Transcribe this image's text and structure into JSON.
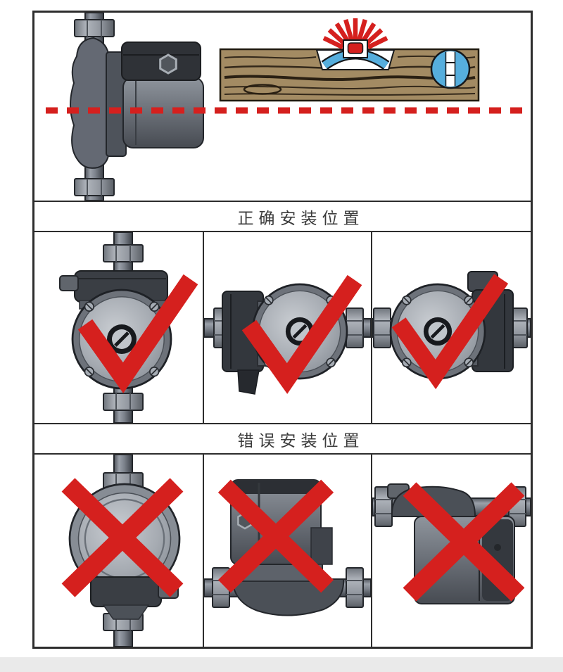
{
  "labels": {
    "correct": "正确安装位置",
    "wrong": "错误安装位置"
  },
  "colors": {
    "mark_red": "#d5201e",
    "level_blue": "#56aedd",
    "wood_tan": "#a38b63",
    "wood_grain": "#2a2013",
    "pump_light": "#b4b9c0",
    "pump_mid": "#7e838b",
    "pump_dark": "#4b5057",
    "terminal_box": "#33373d",
    "table_border": "#2d2d2d",
    "background": "#ffffff",
    "footer_strip": "#eaeaea"
  },
  "sections": {
    "top_overview": {
      "icons": [
        "pump-side-view",
        "spirit-level-plank",
        "bubble-vial",
        "round-vial",
        "datum-dashed-line",
        "sun-rays"
      ]
    },
    "correct_row": {
      "panels": [
        {
          "icon": "pump-front-vertical-pipe",
          "mark": "check"
        },
        {
          "icon": "pump-front-horizontal-pipe-box-left",
          "mark": "check"
        },
        {
          "icon": "pump-front-horizontal-pipe-box-right",
          "mark": "check"
        }
      ]
    },
    "wrong_row": {
      "panels": [
        {
          "icon": "pump-front-vertical-pipe-box-bottom",
          "mark": "cross"
        },
        {
          "icon": "pump-motor-pointing-up",
          "mark": "cross"
        },
        {
          "icon": "pump-motor-pointing-down",
          "mark": "cross"
        }
      ]
    }
  }
}
